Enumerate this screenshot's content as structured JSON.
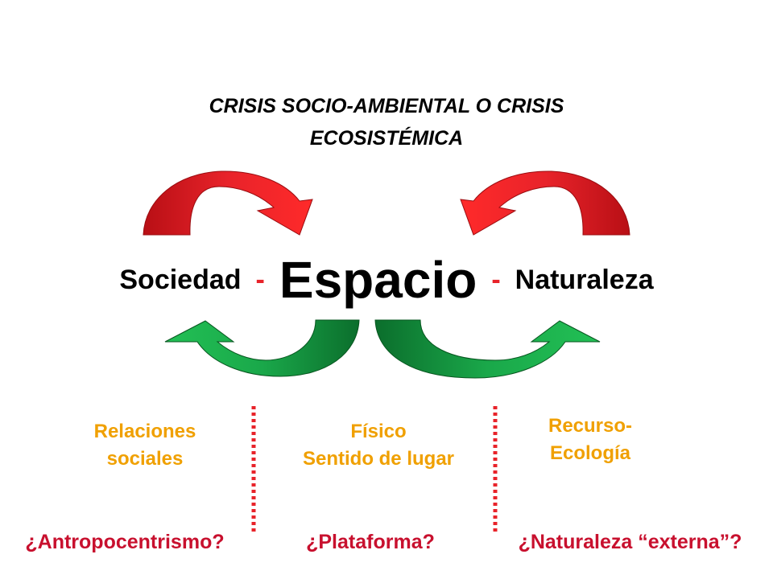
{
  "title": {
    "line1": "CRISIS SOCIO-AMBIENTAL O CRISIS",
    "line2": "ECOSISTÉMICA"
  },
  "terms": {
    "left": "Sociedad",
    "center": "Espacio",
    "right": "Naturaleza",
    "separator": "-"
  },
  "columns": [
    {
      "label_line1": "Relaciones",
      "label_line2": "sociales",
      "question": "¿Antropocentrismo?"
    },
    {
      "label_line1": "Físico",
      "label_line2": "Sentido de lugar",
      "question": "¿Plataforma?"
    },
    {
      "label_line1": "Recurso-",
      "label_line2": "Ecología",
      "question": "¿Naturaleza “externa”?"
    }
  ],
  "colors": {
    "red_arrow": "#e8232a",
    "red_arrow_dark": "#b80f15",
    "green_arrow": "#1aa84a",
    "green_arrow_dark": "#0b6e2c",
    "label_orange": "#f0a000",
    "question_red": "#c8102e",
    "divider_red": "#e8232a"
  }
}
